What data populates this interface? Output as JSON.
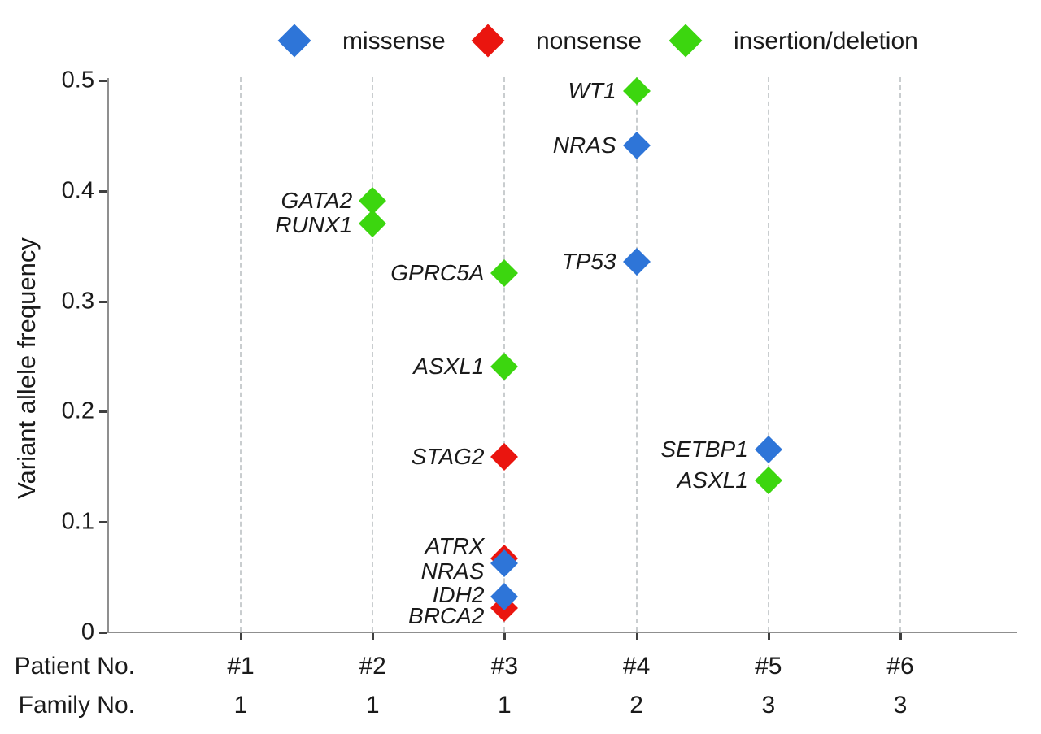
{
  "colors": {
    "missense": "#2E75D8",
    "nonsense": "#EA150F",
    "insertion_deletion": "#3CD60F",
    "axis": "#8F8F8F",
    "tick_mark": "#3F3F3F",
    "gridline": "#C9CDCF",
    "text": "#1A1A1A"
  },
  "legend": {
    "items": [
      {
        "label": "missense",
        "color_key": "missense"
      },
      {
        "label": "nonsense",
        "color_key": "nonsense"
      },
      {
        "label": "insertion/deletion",
        "color_key": "insertion_deletion"
      }
    ]
  },
  "chart_data": {
    "type": "scatter",
    "title": "",
    "ylabel": "Variant allele frequency",
    "ylim": [
      0,
      0.5
    ],
    "grid": "vertical-dashed",
    "legend_position": "top",
    "yticks": [
      {
        "label": "0",
        "value": 0
      },
      {
        "label": "0.1",
        "value": 0.1
      },
      {
        "label": "0.2",
        "value": 0.2
      },
      {
        "label": "0.3",
        "value": 0.3
      },
      {
        "label": "0.4",
        "value": 0.4
      },
      {
        "label": "0.5",
        "value": 0.5
      }
    ],
    "x_axis": {
      "patient_row_label": "Patient No.",
      "family_row_label": "Family No.",
      "categories": [
        {
          "patient": "#1",
          "family": "1"
        },
        {
          "patient": "#2",
          "family": "1"
        },
        {
          "patient": "#3",
          "family": "1"
        },
        {
          "patient": "#4",
          "family": "2"
        },
        {
          "patient": "#5",
          "family": "3"
        },
        {
          "patient": "#6",
          "family": "3"
        }
      ]
    },
    "points": [
      {
        "gene": "GATA2",
        "patient": "#2",
        "mutation_type": "insertion/deletion",
        "vaf": 0.39
      },
      {
        "gene": "RUNX1",
        "patient": "#2",
        "mutation_type": "insertion/deletion",
        "vaf": 0.37,
        "label_dy": 2
      },
      {
        "gene": "GPRC5A",
        "patient": "#3",
        "mutation_type": "insertion/deletion",
        "vaf": 0.325
      },
      {
        "gene": "ASXL1",
        "patient": "#3",
        "mutation_type": "insertion/deletion",
        "vaf": 0.24
      },
      {
        "gene": "STAG2",
        "patient": "#3",
        "mutation_type": "nonsense",
        "vaf": 0.158
      },
      {
        "gene": "ATRX",
        "patient": "#3",
        "mutation_type": "nonsense",
        "vaf": 0.066,
        "label_dy": -15
      },
      {
        "gene": "NRAS",
        "patient": "#3",
        "mutation_type": "missense",
        "vaf": 0.062,
        "label_dy": 10
      },
      {
        "gene": "BRCA2",
        "patient": "#3",
        "mutation_type": "nonsense",
        "vaf": 0.021,
        "label_dy": 10
      },
      {
        "gene": "IDH2",
        "patient": "#3",
        "mutation_type": "missense",
        "vaf": 0.032,
        "label_dy": -2
      },
      {
        "gene": "WT1",
        "patient": "#4",
        "mutation_type": "insertion/deletion",
        "vaf": 0.49
      },
      {
        "gene": "NRAS",
        "patient": "#4",
        "mutation_type": "missense",
        "vaf": 0.44
      },
      {
        "gene": "TP53",
        "patient": "#4",
        "mutation_type": "missense",
        "vaf": 0.335
      },
      {
        "gene": "SETBP1",
        "patient": "#5",
        "mutation_type": "missense",
        "vaf": 0.165
      },
      {
        "gene": "ASXL1",
        "patient": "#5",
        "mutation_type": "insertion/deletion",
        "vaf": 0.137
      }
    ]
  }
}
